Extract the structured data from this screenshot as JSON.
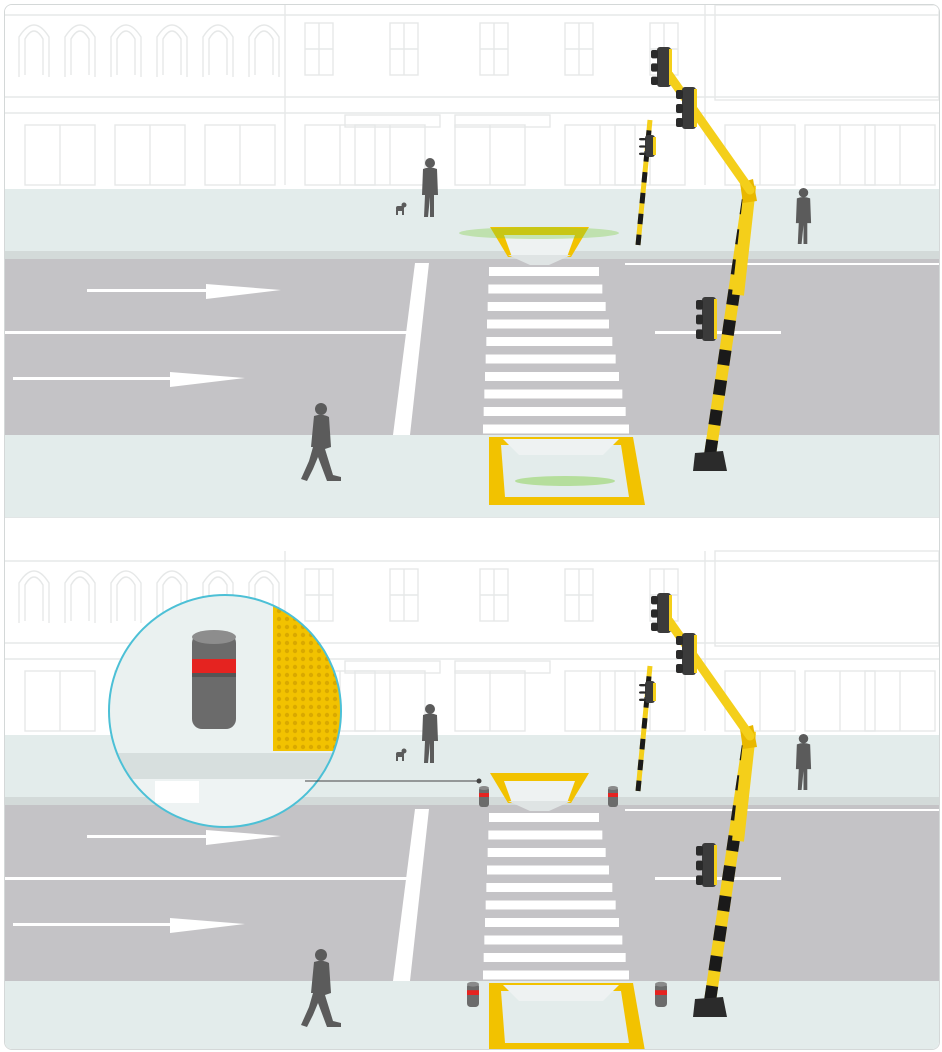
{
  "scenes": [
    {
      "id": "top",
      "variant": "crossing-with-tactile-paving",
      "bollards": false,
      "magnifier": false
    },
    {
      "id": "bottom",
      "variant": "crossing-with-bollards",
      "bollards": true,
      "magnifier": true
    }
  ],
  "colors": {
    "sky": "#ffffff",
    "building_line": "#e6e8e8",
    "sidewalk": "#e3eceb",
    "curb": "#d3dad9",
    "road": "#c4c3c6",
    "road_marking": "#ffffff",
    "tactile_paving": "#f2c200",
    "pole_yellow": "#f4cf1a",
    "pole_black": "#1a1a1a",
    "traffic_light_housing": "#3b3b3b",
    "pedestrian": "#5b5b5b",
    "bollard_body": "#6b6b6b",
    "bollard_band": "#e52320",
    "accessible_glow": "#7ccf3c",
    "magnifier_ring": "#4cc0d6"
  },
  "icons": [
    "traffic-light-icon",
    "pedestrian-icon",
    "dog-icon",
    "bollard-icon",
    "tactile-paving-icon",
    "magnifier-icon"
  ]
}
